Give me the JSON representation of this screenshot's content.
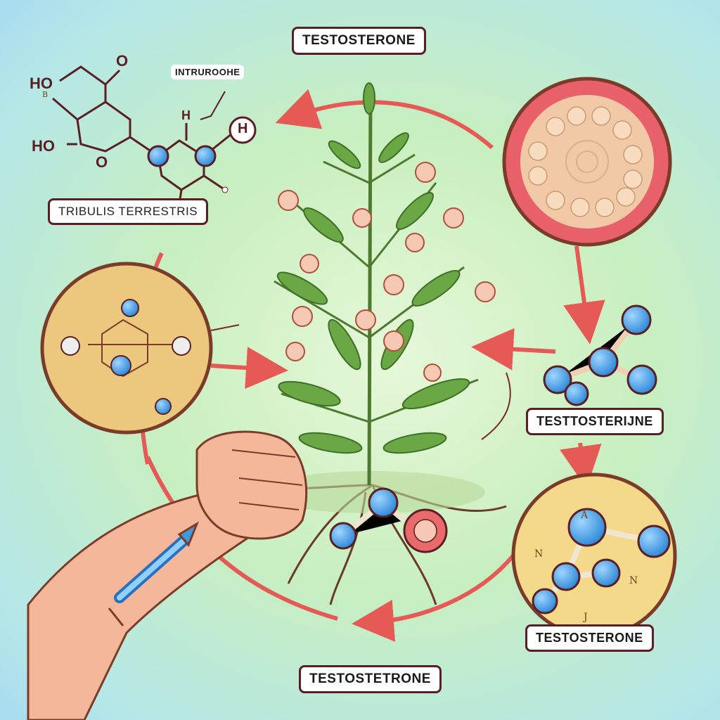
{
  "labels": {
    "top": "TESTOSTERONE",
    "callout": "INTRUROOHE",
    "plant_name": "TRIBULIS TERRESTRIS",
    "right_mid": "TESTTOSTERIJNE",
    "right_bottom": "TESTOSTERONE",
    "bottom": "TESTOSTETRONE"
  },
  "chemistry": {
    "ho_top": "HO",
    "ho_bottom": "HO",
    "o_top": "O",
    "o_ring": "O",
    "h_mid": "H",
    "h_circle": "H",
    "b_small": "B"
  },
  "circle_marks": [
    "A",
    "N",
    "N",
    "J"
  ],
  "colors": {
    "arrow": "#e65a55",
    "outline": "#5a1f24",
    "atom": "#3d9be0",
    "leaf": "#5b9a3c",
    "flower": "#f4c9b4"
  }
}
